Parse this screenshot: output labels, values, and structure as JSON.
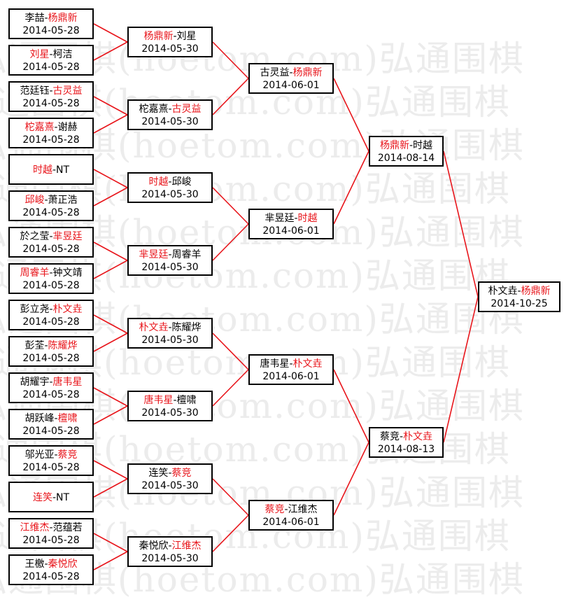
{
  "watermark": "弘通围棋(hoetom.com)弘通围棋",
  "colors": {
    "winner": "#e8151b",
    "line": "#e8151b",
    "box_border": "#000000"
  },
  "bracket": {
    "rounds": [
      {
        "name": "r1",
        "matches": [
          {
            "p1": "李喆",
            "p2": "杨鼎新",
            "winner": 2,
            "date": "2014-05-28"
          },
          {
            "p1": "刘星",
            "p2": "柯洁",
            "winner": 1,
            "date": "2014-05-28"
          },
          {
            "p1": "范廷钰",
            "p2": "古灵益",
            "winner": 2,
            "date": "2014-05-28"
          },
          {
            "p1": "柁嘉熹",
            "p2": "谢赫",
            "winner": 1,
            "date": "2014-05-28"
          },
          {
            "p1": "时越",
            "p2": "NT",
            "winner": 1,
            "date": ""
          },
          {
            "p1": "邱峻",
            "p2": "萧正浩",
            "winner": 1,
            "date": "2014-05-28"
          },
          {
            "p1": "於之莹",
            "p2": "芈昱廷",
            "winner": 2,
            "date": "2014-05-28"
          },
          {
            "p1": "周睿羊",
            "p2": "钟文靖",
            "winner": 1,
            "date": "2014-05-28"
          },
          {
            "p1": "彭立尧",
            "p2": "朴文垚",
            "winner": 2,
            "date": "2014-05-28"
          },
          {
            "p1": "彭荃",
            "p2": "陈耀烨",
            "winner": 2,
            "date": "2014-05-28"
          },
          {
            "p1": "胡耀宇",
            "p2": "唐韦星",
            "winner": 2,
            "date": "2014-05-28"
          },
          {
            "p1": "胡跃峰",
            "p2": "檀啸",
            "winner": 2,
            "date": "2014-05-28"
          },
          {
            "p1": "邬光亚",
            "p2": "蔡竞",
            "winner": 2,
            "date": "2014-05-28"
          },
          {
            "p1": "连笑",
            "p2": "NT",
            "winner": 1,
            "date": ""
          },
          {
            "p1": "江维杰",
            "p2": "范蕴若",
            "winner": 1,
            "date": "2014-05-28"
          },
          {
            "p1": "王檄",
            "p2": "秦悦欣",
            "winner": 2,
            "date": "2014-05-28"
          }
        ]
      },
      {
        "name": "r2",
        "matches": [
          {
            "p1": "杨鼎新",
            "p2": "刘星",
            "winner": 1,
            "date": "2014-05-30"
          },
          {
            "p1": "柁嘉熹",
            "p2": "古灵益",
            "winner": 2,
            "date": "2014-05-30"
          },
          {
            "p1": "时越",
            "p2": "邱峻",
            "winner": 1,
            "date": "2014-05-30"
          },
          {
            "p1": "芈昱廷",
            "p2": "周睿羊",
            "winner": 1,
            "date": "2014-05-30"
          },
          {
            "p1": "朴文垚",
            "p2": "陈耀烨",
            "winner": 1,
            "date": "2014-05-30"
          },
          {
            "p1": "唐韦星",
            "p2": "檀啸",
            "winner": 1,
            "date": "2014-05-30"
          },
          {
            "p1": "连笑",
            "p2": "蔡竞",
            "winner": 2,
            "date": "2014-05-30"
          },
          {
            "p1": "秦悦欣",
            "p2": "江维杰",
            "winner": 2,
            "date": "2014-05-30"
          }
        ]
      },
      {
        "name": "r3",
        "matches": [
          {
            "p1": "古灵益",
            "p2": "杨鼎新",
            "winner": 2,
            "date": "2014-06-01"
          },
          {
            "p1": "芈昱廷",
            "p2": "时越",
            "winner": 2,
            "date": "2014-06-01"
          },
          {
            "p1": "唐韦星",
            "p2": "朴文垚",
            "winner": 2,
            "date": "2014-06-01"
          },
          {
            "p1": "蔡竞",
            "p2": "江维杰",
            "winner": 1,
            "date": "2014-06-01"
          }
        ]
      },
      {
        "name": "r4",
        "matches": [
          {
            "p1": "杨鼎新",
            "p2": "时越",
            "winner": 1,
            "date": "2014-08-14"
          },
          {
            "p1": "蔡竞",
            "p2": "朴文垚",
            "winner": 2,
            "date": "2014-08-13"
          }
        ]
      },
      {
        "name": "final",
        "matches": [
          {
            "p1": "朴文垚",
            "p2": "杨鼎新",
            "winner": 2,
            "date": "2014-10-25"
          }
        ]
      }
    ]
  }
}
